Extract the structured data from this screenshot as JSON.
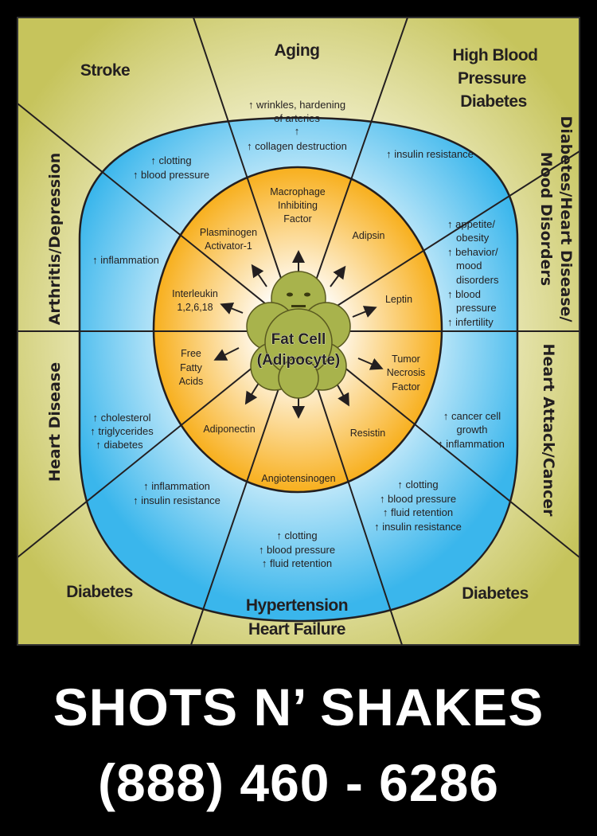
{
  "outer_regions": {
    "stroke": "Stroke",
    "aging": "Aging",
    "high_bp": [
      "High Blood",
      "Pressure",
      "Diabetes"
    ],
    "arthritis": "Arthritis/Depression",
    "diabetes_heart_mood": [
      "Diabetes/Heart Disease/",
      "Mood Disorders"
    ],
    "heart_disease": "Heart Disease",
    "heart_attack_cancer": "Heart Attack/Cancer",
    "diabetes_left": "Diabetes",
    "hypertension": [
      "Hypertension",
      "Heart Failure"
    ],
    "diabetes_right": "Diabetes"
  },
  "effects": {
    "aging": [
      "↑ wrinkles, hardening",
      "of arteries",
      "↑",
      "↑ collagen destruction"
    ],
    "stroke": [
      "↑ clotting",
      "↑ blood pressure"
    ],
    "high_bp": [
      "↑ insulin resistance"
    ],
    "arthritis": [
      "↑ inflammation"
    ],
    "mood": [
      "↑ appetite/",
      "obesity",
      "↑ behavior/",
      "mood",
      "disorders",
      "↑ blood",
      "pressure",
      "↑ infertility"
    ],
    "heart_disease": [
      "↑ cholesterol",
      "↑ triglycerides",
      "↑ diabetes"
    ],
    "cancer": [
      "↑ cancer cell",
      "growth",
      "↑ inflammation"
    ],
    "diabetes_left": [
      "↑ inflammation",
      "↑ insulin resistance"
    ],
    "hypertension": [
      "↑ clotting",
      "↑ blood pressure",
      "↑ fluid retention"
    ],
    "diabetes_right": [
      "↑ clotting",
      "↑ blood pressure",
      "↑ fluid retention",
      "↑ insulin resistance"
    ]
  },
  "secretions": {
    "mif": [
      "Macrophage",
      "Inhibiting",
      "Factor"
    ],
    "pai": [
      "Plasminogen",
      "Activator-1"
    ],
    "adipsin": "Adipsin",
    "interleukin": [
      "Interleukin",
      "1,2,6,18"
    ],
    "leptin": "Leptin",
    "ffa": [
      "Free",
      "Fatty",
      "Acids"
    ],
    "tnf": [
      "Tumor",
      "Necrosis",
      "Factor"
    ],
    "adiponectin": "Adiponectin",
    "resistin": "Resistin",
    "angiotensinogen": "Angiotensinogen"
  },
  "center": [
    "Fat Cell",
    "(Adipocyte)"
  ],
  "banner": {
    "name": "SHOTS N’ SHAKES",
    "phone": "(888) 460 - 6286"
  },
  "colors": {
    "outer": "#c9c75f",
    "blue": "#3cb9ee",
    "orange": "#f8a900",
    "fat_cell": "#a6b24a"
  }
}
